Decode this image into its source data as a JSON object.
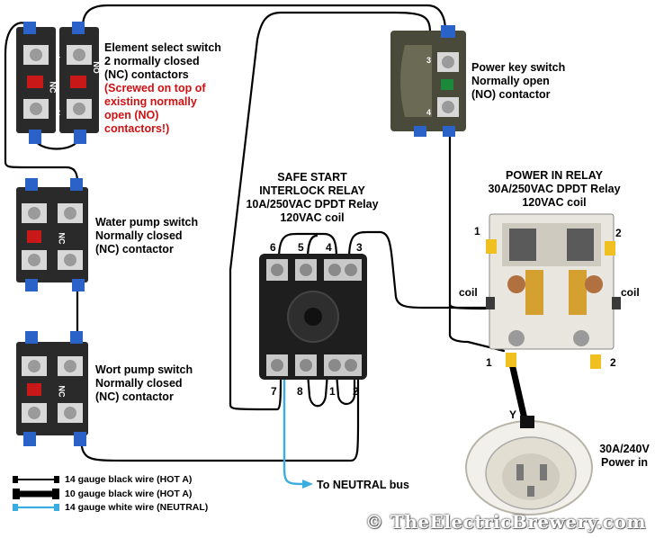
{
  "labels": {
    "element_select": {
      "lines": [
        "Element select switch",
        "2 normally closed",
        "(NC) contactors"
      ],
      "note_lines": [
        "(Screwed on top of",
        "existing normally",
        "open (NO)",
        "contactors!)"
      ]
    },
    "power_key": {
      "lines": [
        "Power key switch",
        "Normally open",
        "(NO) contactor"
      ]
    },
    "water_pump": {
      "lines": [
        "Water pump switch",
        "Normally closed",
        "(NC) contactor"
      ]
    },
    "wort_pump": {
      "lines": [
        "Wort pump switch",
        "Normally closed",
        "(NC) contactor"
      ]
    },
    "safe_start": {
      "lines": [
        "SAFE START",
        "INTERLOCK RELAY",
        "10A/250VAC DPDT Relay",
        "120VAC coil"
      ]
    },
    "power_in_relay": {
      "lines": [
        "POWER IN RELAY",
        "30A/250VAC DPDT Relay",
        "120VAC coil"
      ]
    },
    "power_in": {
      "lines": [
        "30A/240V",
        "Power in"
      ]
    },
    "neutral_bus": "To NEUTRAL bus"
  },
  "terminals": {
    "interlock_top": [
      "6",
      "5",
      "4",
      "3"
    ],
    "interlock_bottom": [
      "7",
      "8",
      "1",
      "2"
    ],
    "relay_1_top": "1",
    "relay_2_top": "2",
    "relay_coil_left": "coil",
    "relay_coil_right": "coil",
    "relay_1_bottom": "1",
    "relay_2_bottom": "2",
    "plug_y": "Y",
    "switch_nc": "NC",
    "switch_no": "NO",
    "sw_1": "1",
    "sw_2": "2",
    "sw_3": "3",
    "sw_4": "4"
  },
  "legend": [
    {
      "text": "14 gauge black wire (HOT A)",
      "color": "#000000"
    },
    {
      "text": "10 gauge black wire (HOT A)",
      "color": "#000000"
    },
    {
      "text": "14 gauge white wire (NEUTRAL)",
      "color": "#3aaee0"
    }
  ],
  "watermark": "© TheElectricBrewery.com",
  "colors": {
    "wire_hot": "#000000",
    "wire_neutral": "#3aaee0",
    "note_red": "#d01010",
    "switch_body": "#2a2a2a",
    "connector_blue": "#2a62c8",
    "relay_body": "#e8e6df",
    "terminal_yellow": "#f0c020"
  }
}
